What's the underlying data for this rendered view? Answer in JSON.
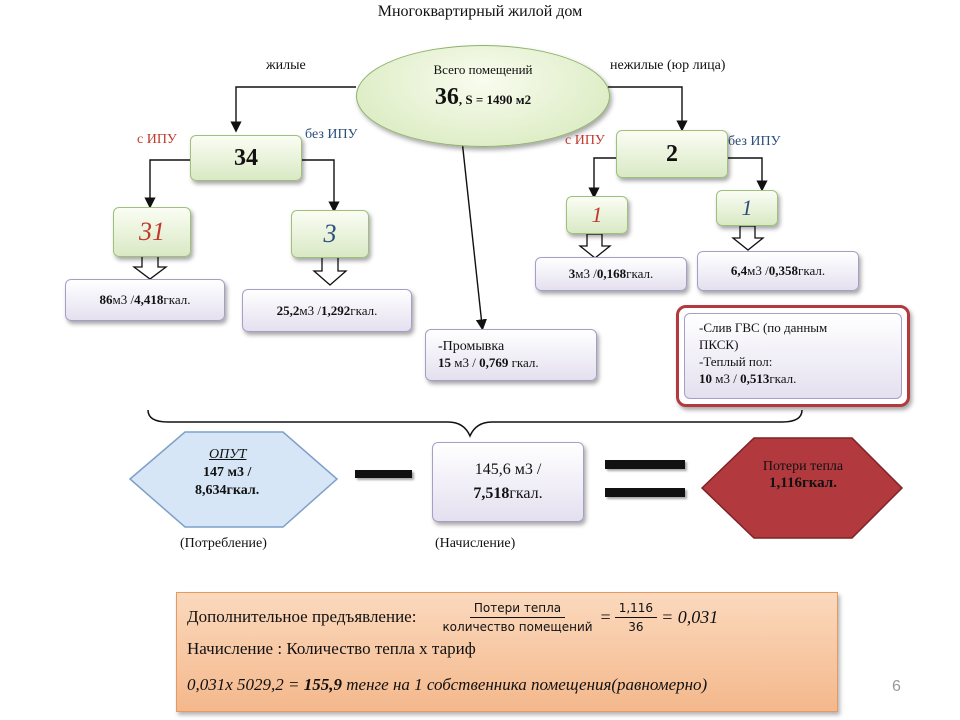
{
  "title": "Многоквартирный жилой дом",
  "center": {
    "label": "Всего помещений",
    "count": "36",
    "area": ", S = 1490 м2"
  },
  "residential": {
    "label": "жилые",
    "count": "34",
    "with_meter": "с ИПУ",
    "without_meter": "без ИПУ",
    "left_count": "31",
    "right_count": "3",
    "left_value": {
      "amount": "86",
      "unit": " м3 / ",
      "gcal": "4,418",
      "gcal_unit": "гкал."
    },
    "right_value": {
      "amount": "25,2",
      "unit": " м3 / ",
      "gcal": "1,292",
      "gcal_unit": "гкал."
    }
  },
  "nonresidential": {
    "label": "нежилые (юр лица)",
    "count": "2",
    "with_meter": "с ИПУ",
    "without_meter": "без ИПУ",
    "left_count": "1",
    "right_count": "1",
    "left_value": {
      "amount": "3",
      "unit": "  м3  / ",
      "gcal": "0,168",
      "gcal_unit": " гкал."
    },
    "right_value": {
      "amount": "6,4",
      "unit": "  м3  / ",
      "gcal": "0,358",
      "gcal_unit": " гкал."
    }
  },
  "flush": {
    "line1": "-Промывка",
    "amount": "15",
    "unit": "  м3  /  ",
    "gcal": "0,769",
    "gcal_unit": " гкал."
  },
  "other": {
    "line1": "-Слив ГВС (по данным",
    "line2": "ПКСК)",
    "line3": "-Теплый пол:",
    "amount": "10",
    "unit": " м3 / ",
    "gcal": "0,513",
    "gcal_unit": "гкал."
  },
  "opu": {
    "title": "ОПУТ",
    "line1": "147 м3 /",
    "line2": "8,634гкал.",
    "caption": "(Потребление)"
  },
  "charge": {
    "line1": "145,6 м3  /",
    "gcal": "7,518",
    "gcal_unit": "гкал.",
    "caption": "(Начисление)"
  },
  "loss": {
    "title": "Потери тепла",
    "value": "1,116гкал."
  },
  "formula": {
    "line1_label": "Дополнительное предъявление:",
    "frac1_num": "Потери тепла",
    "frac1_den": "количество помещений",
    "eq": "=",
    "frac2_num": "1,116",
    "frac2_den": "36",
    "result": "= 0,031",
    "line2": "Начисление : Количество тепла х тариф",
    "line3_pre": "0,031х 5029,2 = ",
    "line3_bold": "155,9",
    "line3_post": " тенге на 1 собственника помещения(равномерно)"
  },
  "page_number": "6",
  "colors": {
    "green_box": "#d9e9c4",
    "purple_box": "#e4e0ef",
    "loss": "#b8383c",
    "opu": "#cfe0f3",
    "formula_bg": "#f6c199"
  }
}
